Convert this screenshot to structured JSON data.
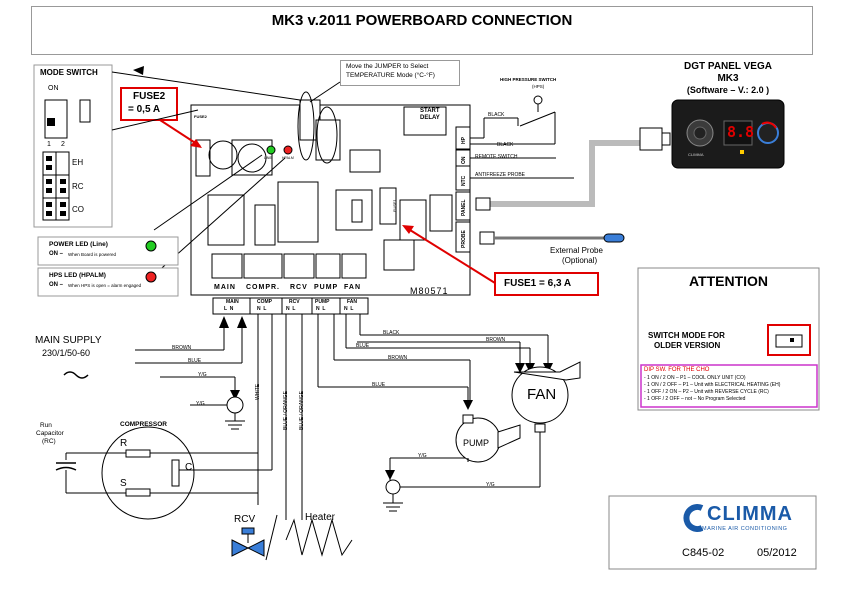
{
  "title": "MK3 v.2011 POWERBOARD CONNECTION",
  "mode_switch": {
    "title": "MODE SWITCH",
    "on": "ON",
    "nums": [
      "1",
      "2"
    ],
    "modes": [
      "EH",
      "RC",
      "CO"
    ]
  },
  "fuse2": {
    "line1": "FUSE2",
    "line2": "= 0,5 A"
  },
  "fuse1": "FUSE1 = 6,3 A",
  "jumper_note": {
    "line1": "Move the JUMPER to Select",
    "line2": "TEMPERATURE Mode (°C-°F)"
  },
  "hps_switch": {
    "line1": "HIGH PRESSURE SWITCH",
    "line2": "(HPS)"
  },
  "board": {
    "fuse2_label": "FUSE2",
    "start_delay_line1": "START",
    "start_delay_line2": "DELAY",
    "fuse1_label": "FUSE1",
    "model": "M80571",
    "jack_labels": [
      "HP",
      "ON",
      "NTC",
      "PANEL",
      "PROBE"
    ],
    "bottom_labels": [
      "MAIN",
      "COMPR.",
      "RCV",
      "PUMP",
      "FAN"
    ],
    "led_labels": [
      "LINE",
      "HPALM"
    ]
  },
  "side_labels": {
    "black1": "BLACK",
    "black2": "BLACK",
    "remote_switch": "REMOTE SWITCH",
    "antifreeze_probe": "ANTIFREEZE PROBE",
    "external_probe_line1": "External Probe",
    "external_probe_line2": "(Optional)"
  },
  "panel": {
    "title_line1": "DGT PANEL VEGA",
    "title_line2": "MK3",
    "title_line3": "(Software – V.: 2.0 )",
    "display": "8.8",
    "brand": "CLIMMA"
  },
  "power_led": {
    "title": "POWER LED (Line)",
    "on_bold": "ON –",
    "on_text": "When Board is powered"
  },
  "hps_led": {
    "title": "HPS LED (HPALM)",
    "on_bold": "ON –",
    "on_text": "When HPS is open = alarm engaged"
  },
  "terminals": [
    {
      "name": "MAIN",
      "pins": "L  N"
    },
    {
      "name": "COMP",
      "pins": "N  L"
    },
    {
      "name": "RCV",
      "pins": "N  L"
    },
    {
      "name": "PUMP",
      "pins": "N  L"
    },
    {
      "name": "FAN",
      "pins": "N  L"
    }
  ],
  "supply": {
    "line1": "MAIN SUPPLY",
    "line2": "230/1/50-60",
    "symbol": "~"
  },
  "wire_labels": {
    "brown": "BROWN",
    "blue": "BLUE",
    "yg": "Y/G",
    "black": "BLACK",
    "white": "WHITE",
    "blue_orange": "BLUE / ORANGE"
  },
  "compressor": {
    "title": "COMPRESSOR",
    "r": "R",
    "c": "C",
    "s": "S"
  },
  "run_capacitor": {
    "line1": "Run",
    "line2": "Capacitor",
    "line3": "(RC)"
  },
  "fan": "FAN",
  "pump": "PUMP",
  "rcv": "RCV",
  "heater": "Heater",
  "attention": {
    "title": "ATTENTION",
    "switch_line1": "SWITCH MODE FOR",
    "switch_line2": "OLDER VERSION",
    "dip_title": "DIP SW. FOR THE CHO",
    "dip_lines": [
      "- 1 ON / 2 ON  –  P1  – COOL ONLY UNIT (CO)",
      "- 1 ON / 2 OFF – P1  – Unit with ELECTRICAL HEATING (EH)",
      "- 1 OFF / 2 ON – P2  – Unit with REVERSE CYCLE (RC)",
      "- 1 OFF / 2 OFF – not – No Program Selected"
    ]
  },
  "logo": {
    "brand": "CLIMMA",
    "tagline": "MARINE AIR CONDITIONING"
  },
  "doc_code": "C845-02",
  "doc_date": "05/2012",
  "colors": {
    "fuse_red": "#e00000",
    "led_green": "#22cc22",
    "led_red": "#ee2222",
    "dip_border": "#cc33cc",
    "logo_blue": "#1a5aa8"
  }
}
